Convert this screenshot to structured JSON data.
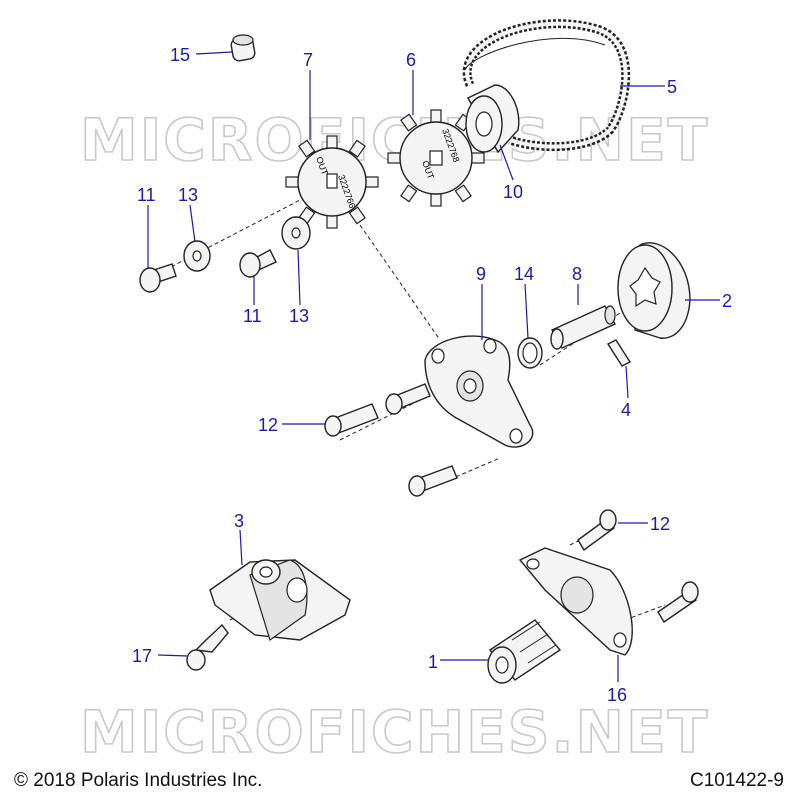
{
  "watermark": "MICROFICHES.NET",
  "footer": {
    "copyright": "© 2018 Polaris Industries Inc.",
    "figure_id": "C101422-9"
  },
  "sprocket_text": {
    "sprocket_7": [
      "OUT",
      "3222766"
    ],
    "sprocket_6": [
      "3222768",
      "OUT"
    ]
  },
  "callouts": {
    "c1": "1",
    "c2": "2",
    "c3": "3",
    "c4": "4",
    "c5": "5",
    "c6": "6",
    "c7": "7",
    "c8": "8",
    "c9": "9",
    "c10": "10",
    "c11a": "11",
    "c11b": "11",
    "c12a": "12",
    "c12b": "12",
    "c13a": "13",
    "c13b": "13",
    "c14": "14",
    "c15": "15",
    "c16": "16",
    "c17": "17"
  },
  "colors": {
    "callout": "#1a1ab0",
    "watermark": "#c9c9c9",
    "line": "#222222"
  }
}
